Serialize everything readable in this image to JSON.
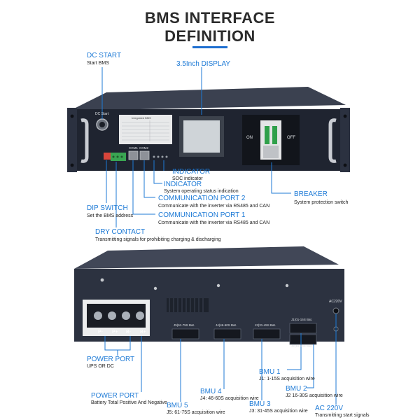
{
  "title": {
    "line1": "BMS INTERFACE",
    "line2": "DEFINITION"
  },
  "colors": {
    "accent": "#1e6fd0",
    "panel": "#2a3140",
    "panel_dark": "#1c222d",
    "rack": "#3a4150"
  },
  "front_labels": {
    "dc_start": {
      "title": "DC START",
      "sub": "Start BMS"
    },
    "display": {
      "title": "3.5Inch DISPLAY"
    },
    "indicator_soc": {
      "title": "INDICATOR",
      "sub": "SOC indicator"
    },
    "indicator_status": {
      "title": "INDICATOR",
      "sub": "System operating status indication"
    },
    "comm_port_2": {
      "title": "COMMUNICATION PORT 2",
      "sub": "Communicate with the inverter via RS485 and CAN"
    },
    "comm_port_1": {
      "title": "COMMUNICATION PORT 1",
      "sub": "Communicate with the inverter via RS485 and CAN"
    },
    "dip_switch": {
      "title": "DIP SWITCH",
      "sub": "Set the BMS address"
    },
    "dry_contact": {
      "title": "DRY CONTACT",
      "sub": "Transmitting signals for prohibiting charging & discharging"
    },
    "breaker": {
      "title": "BREAKER",
      "sub": "System protection switch"
    }
  },
  "front_panel": {
    "dc_start_text": "DC Start",
    "com1": "COM1",
    "com2": "COM2",
    "on": "ON",
    "off": "OFF",
    "sticker_title": "Integrated BMS"
  },
  "back_labels": {
    "power_port_1": {
      "title": "POWER PORT",
      "sub": "UPS OR DC"
    },
    "power_port_2": {
      "title": "POWER PORT",
      "sub": "Battery Total Positive And Negative"
    },
    "bmu1": {
      "title": "BMU 1",
      "sub": "J1: 1-15S acquisition wire"
    },
    "bmu2": {
      "title": "BMU 2",
      "sub": "J2 16-30S acquisition wire"
    },
    "bmu3": {
      "title": "BMU 3",
      "sub": "J3: 31-45S acquisition wire"
    },
    "bmu4": {
      "title": "BMU 4",
      "sub": "J4: 46-60S acquisition wire"
    },
    "bmu5": {
      "title": "BMU 5",
      "sub": "J5: 61-75S acquisition wire"
    },
    "ac220": {
      "title": "AC 220V",
      "sub": "Transmitting start signals"
    }
  },
  "back_panel": {
    "terminals": [
      "P-",
      "P+",
      "B-",
      "B+"
    ],
    "j5": "J5(61-75S Bat.",
    "j4": "J4(46-60S Bat.",
    "j3": "J3(31-45S Bat.",
    "j1": "J1(01-15S Bat.",
    "j2": "J2(16-30S Bat.",
    "ac": "AC220V"
  }
}
